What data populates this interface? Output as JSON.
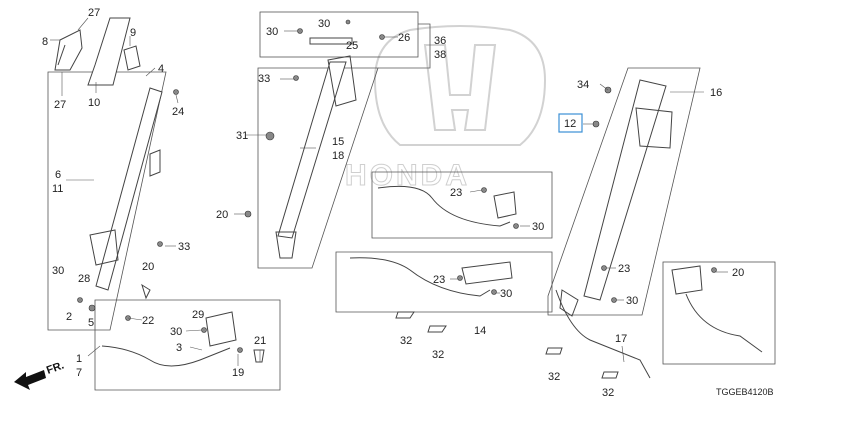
{
  "callouts": {
    "c27a": "27",
    "c8": "8",
    "c27b": "27",
    "c10": "10",
    "c9": "9",
    "c4": "4",
    "c24": "24",
    "c6": "6",
    "c11": "11",
    "c33a": "33",
    "c30a": "30",
    "c28": "28",
    "c2": "2",
    "c5": "5",
    "c20a": "20",
    "c22": "22",
    "c30b": "30",
    "c25": "25",
    "c26": "26",
    "c36": "36",
    "c38": "38",
    "c33b": "33",
    "c31": "31",
    "c15": "15",
    "c18": "18",
    "c20b": "20",
    "c23a": "23",
    "c30c": "30",
    "c23b": "23",
    "c30d": "30",
    "c14": "14",
    "c32a": "32",
    "c32b": "32",
    "c34": "34",
    "c16": "16",
    "c12": "12",
    "c23c": "23",
    "c30e": "30",
    "c17": "17",
    "c32c": "32",
    "c32d": "32",
    "c20c": "20",
    "c29": "29",
    "c30f": "30",
    "c3": "3",
    "c21": "21",
    "c19": "19",
    "c1": "1",
    "c7": "7"
  },
  "front_label": "FR.",
  "diagram_code": "TGGEB4120B",
  "watermark_text": "HONDA",
  "highlight_color": "#3b8fd6"
}
